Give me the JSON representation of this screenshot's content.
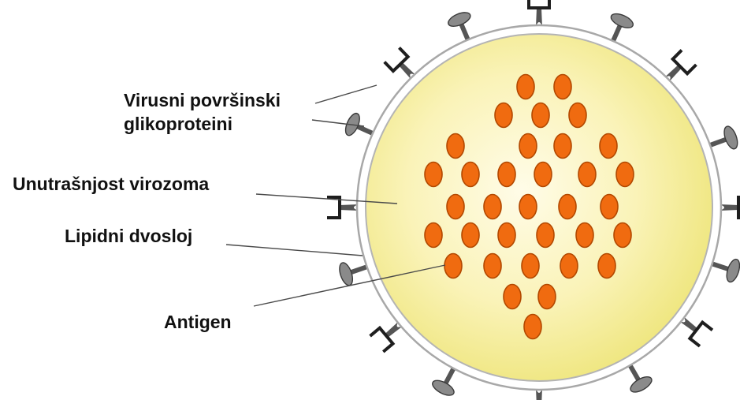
{
  "labels": {
    "glycoproteins_line1": "Virusni površinski",
    "glycoproteins_line2": "glikoproteini",
    "interior": "Unutrašnjost virozoma",
    "lipid_bilayer": "Lipidni dvosloj",
    "antigen": "Antigen"
  },
  "colors": {
    "interior_fill_center": "#fffbe4",
    "interior_fill_edge": "#f1ea86",
    "membrane": "#b0b0b0",
    "antigen": "#f06b10",
    "antigen_edge": "#b24800",
    "spike": "#555555",
    "leader_line": "#4a4a4a"
  },
  "icons": {
    "mushroom_spike": "mushroom-glycoprotein-icon",
    "forked_spike": "forked-glycoprotein-icon"
  }
}
